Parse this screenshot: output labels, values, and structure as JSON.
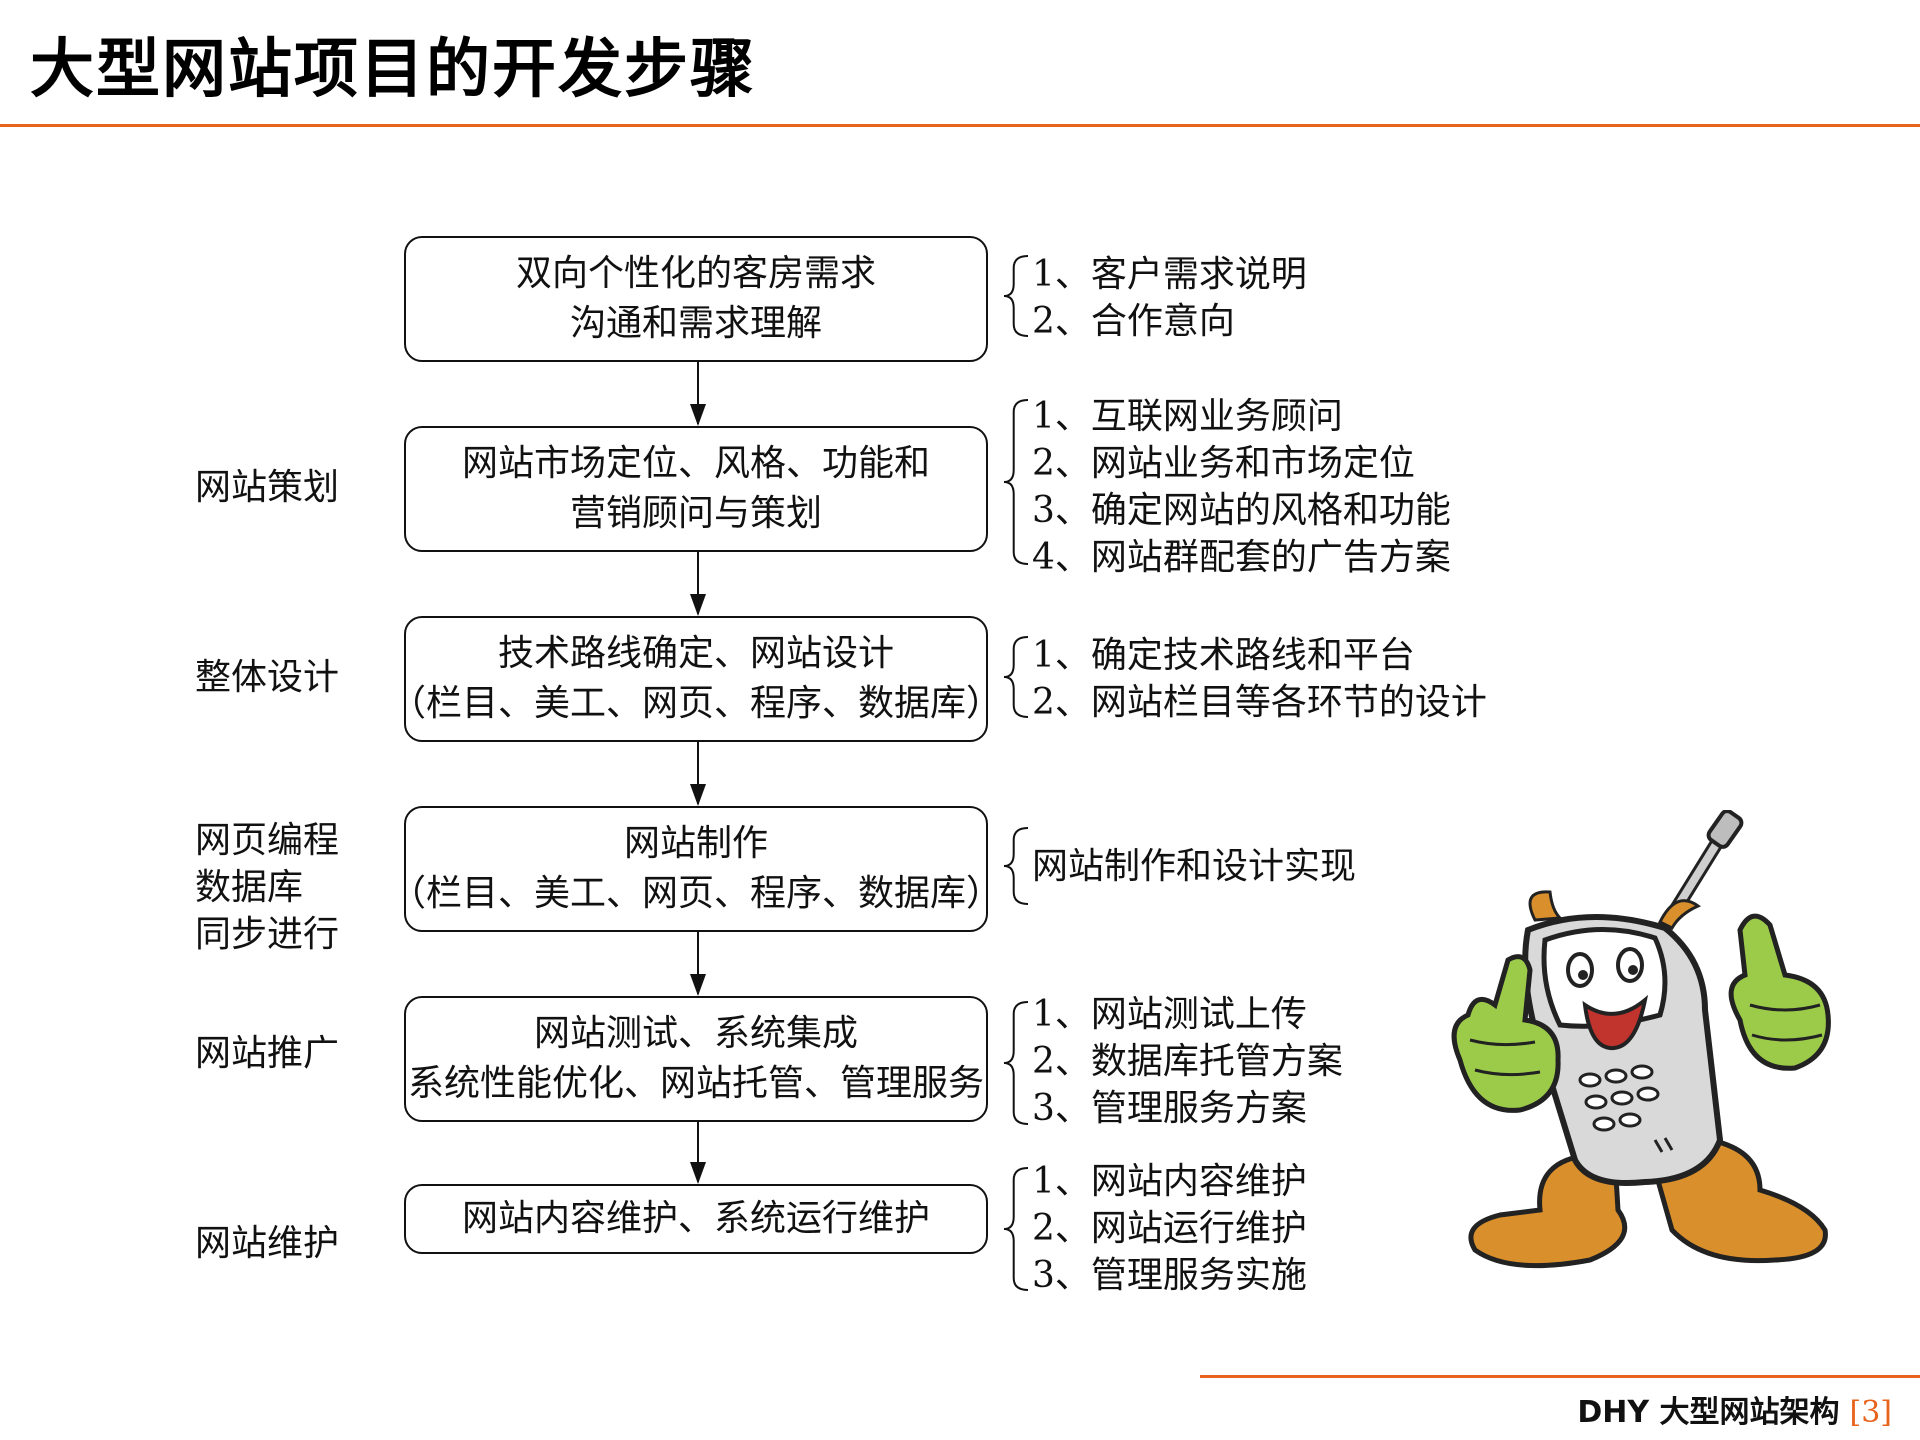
{
  "title": "大型网站项目的开发步骤",
  "stages": [
    {
      "label": "网站策划"
    },
    {
      "label": "整体设计"
    },
    {
      "label_lines": [
        "网页编程",
        "数据库",
        "同步进行"
      ]
    },
    {
      "label": "网站推广"
    },
    {
      "label": "网站维护"
    }
  ],
  "flow": [
    {
      "lines": [
        "双向个性化的客房需求",
        "沟通和需求理解"
      ],
      "details": [
        "1、客户需求说明",
        "2、合作意向"
      ]
    },
    {
      "lines": [
        "网站市场定位、风格、功能和",
        "营销顾问与策划"
      ],
      "details": [
        "1、互联网业务顾问",
        "2、网站业务和市场定位",
        "3、确定网站的风格和功能",
        "4、网站群配套的广告方案"
      ]
    },
    {
      "lines": [
        "技术路线确定、网站设计",
        "（栏目、美工、网页、程序、数据库）"
      ],
      "details": [
        "1、确定技术路线和平台",
        "2、网站栏目等各环节的设计"
      ]
    },
    {
      "lines": [
        "网站制作",
        "（栏目、美工、网页、程序、数据库）"
      ],
      "details": [
        "网站制作和设计实现"
      ]
    },
    {
      "lines": [
        "网站测试、系统集成",
        "系统性能优化、网站托管、管理服务"
      ],
      "details": [
        "1、网站测试上传",
        "2、数据库托管方案",
        "3、管理服务方案"
      ]
    },
    {
      "lines": [
        "网站内容维护、系统运行维护"
      ],
      "details": [
        "1、网站内容维护",
        "2、网站运行维护",
        "3、管理服务实施"
      ]
    }
  ],
  "footer": {
    "text": "DHY 大型网站架构",
    "page": "[3]"
  },
  "colors": {
    "accent": "#e8631c",
    "mascot_body": "#d9d9d9",
    "mascot_gloves": "#9ccb4a",
    "mascot_boots": "#d9902c"
  },
  "decorations": {
    "mascot": "cartoon-phone-thumbs-up"
  }
}
